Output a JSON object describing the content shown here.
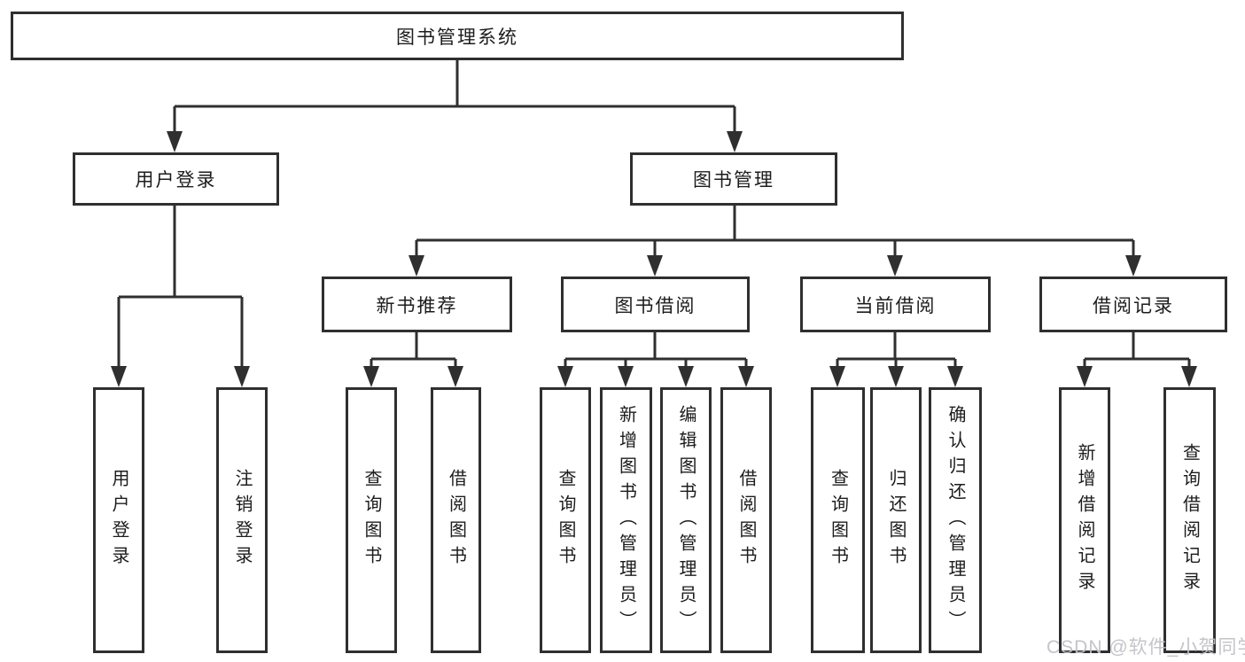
{
  "diagram_type": "function-structure-tree",
  "colors": {
    "line": "#2f2f2f",
    "box_border": "#2f2f2f",
    "box_fill": "#ffffff",
    "text": "#1c1c1c",
    "watermark": "#c1c1c7",
    "background": "#ffffff"
  },
  "tree": {
    "label": "图书管理系统",
    "children": [
      {
        "label": "用户登录",
        "children": [
          {
            "label": "用户登录"
          },
          {
            "label": "注销登录"
          }
        ]
      },
      {
        "label": "图书管理",
        "children": [
          {
            "label": "新书推荐",
            "children": [
              {
                "label": "查询图书"
              },
              {
                "label": "借阅图书"
              }
            ]
          },
          {
            "label": "图书借阅",
            "children": [
              {
                "label": "查询图书"
              },
              {
                "label": "新增图书（管理员）"
              },
              {
                "label": "编辑图书（管理员）"
              },
              {
                "label": "借阅图书"
              }
            ]
          },
          {
            "label": "当前借阅",
            "children": [
              {
                "label": "查询图书"
              },
              {
                "label": "归还图书"
              },
              {
                "label": "确认归还（管理员）"
              }
            ]
          },
          {
            "label": "借阅记录",
            "children": [
              {
                "label": "新增借阅记录"
              },
              {
                "label": "查询借阅记录"
              }
            ]
          }
        ]
      }
    ]
  },
  "watermark": "CSDN @软件_小贺同学"
}
